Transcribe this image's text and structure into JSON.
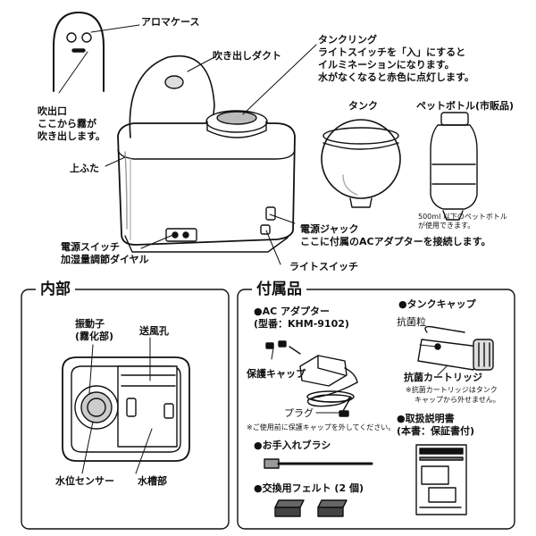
{
  "top": {
    "aroma_case": "アロマケース",
    "outlet_title": "吹出口",
    "outlet_desc_1": "ここから霧が",
    "outlet_desc_2": "吹き出します。",
    "duct": "吹き出しダクト",
    "tank_ring": "タンクリング",
    "tank_ring_desc_1": "ライトスイッチを「入」にすると",
    "tank_ring_desc_2": "イルミネーションになります。",
    "tank_ring_desc_3": "水がなくなると赤色に点灯します。",
    "tank": "タンク",
    "pet_bottle": "ペットボトル(市販品)",
    "pet_note_1": "500ml 以下のペットボトル",
    "pet_note_2": "が使用できます。",
    "top_lid": "上ふた",
    "power_jack": "電源ジャック",
    "power_jack_desc": "ここに付属のACアダプターを接続します。",
    "power_switch_1": "電源スイッチ",
    "power_switch_2": "加湿量調節ダイヤル",
    "light_switch": "ライトスイッチ"
  },
  "inside": {
    "title": "内部",
    "vibrator_1": "振動子",
    "vibrator_2": "(霧化部)",
    "vent": "送風孔",
    "water_sensor": "水位センサー",
    "water_tank": "水槽部"
  },
  "accessories": {
    "title": "付属品",
    "ac_1": "●AC アダプター",
    "ac_2": "(型番：KHM-9102)",
    "cap": "保護キャップ",
    "plug": "プラグ",
    "cap_note": "※ご使用前に保護キャップを外してください。",
    "tank_cap": "●タンクキャップ",
    "antibac_grain": "抗菌粒",
    "cartridge": "抗菌カートリッジ",
    "cartridge_note_1": "※抗菌カートリッジはタンク",
    "cartridge_note_2": "キャップから外せません。",
    "brush": "●お手入れブラシ",
    "felt": "●交換用フェルト (2 個)",
    "manual_1": "●取扱説明書",
    "manual_2": "(本書：保証書付)"
  }
}
